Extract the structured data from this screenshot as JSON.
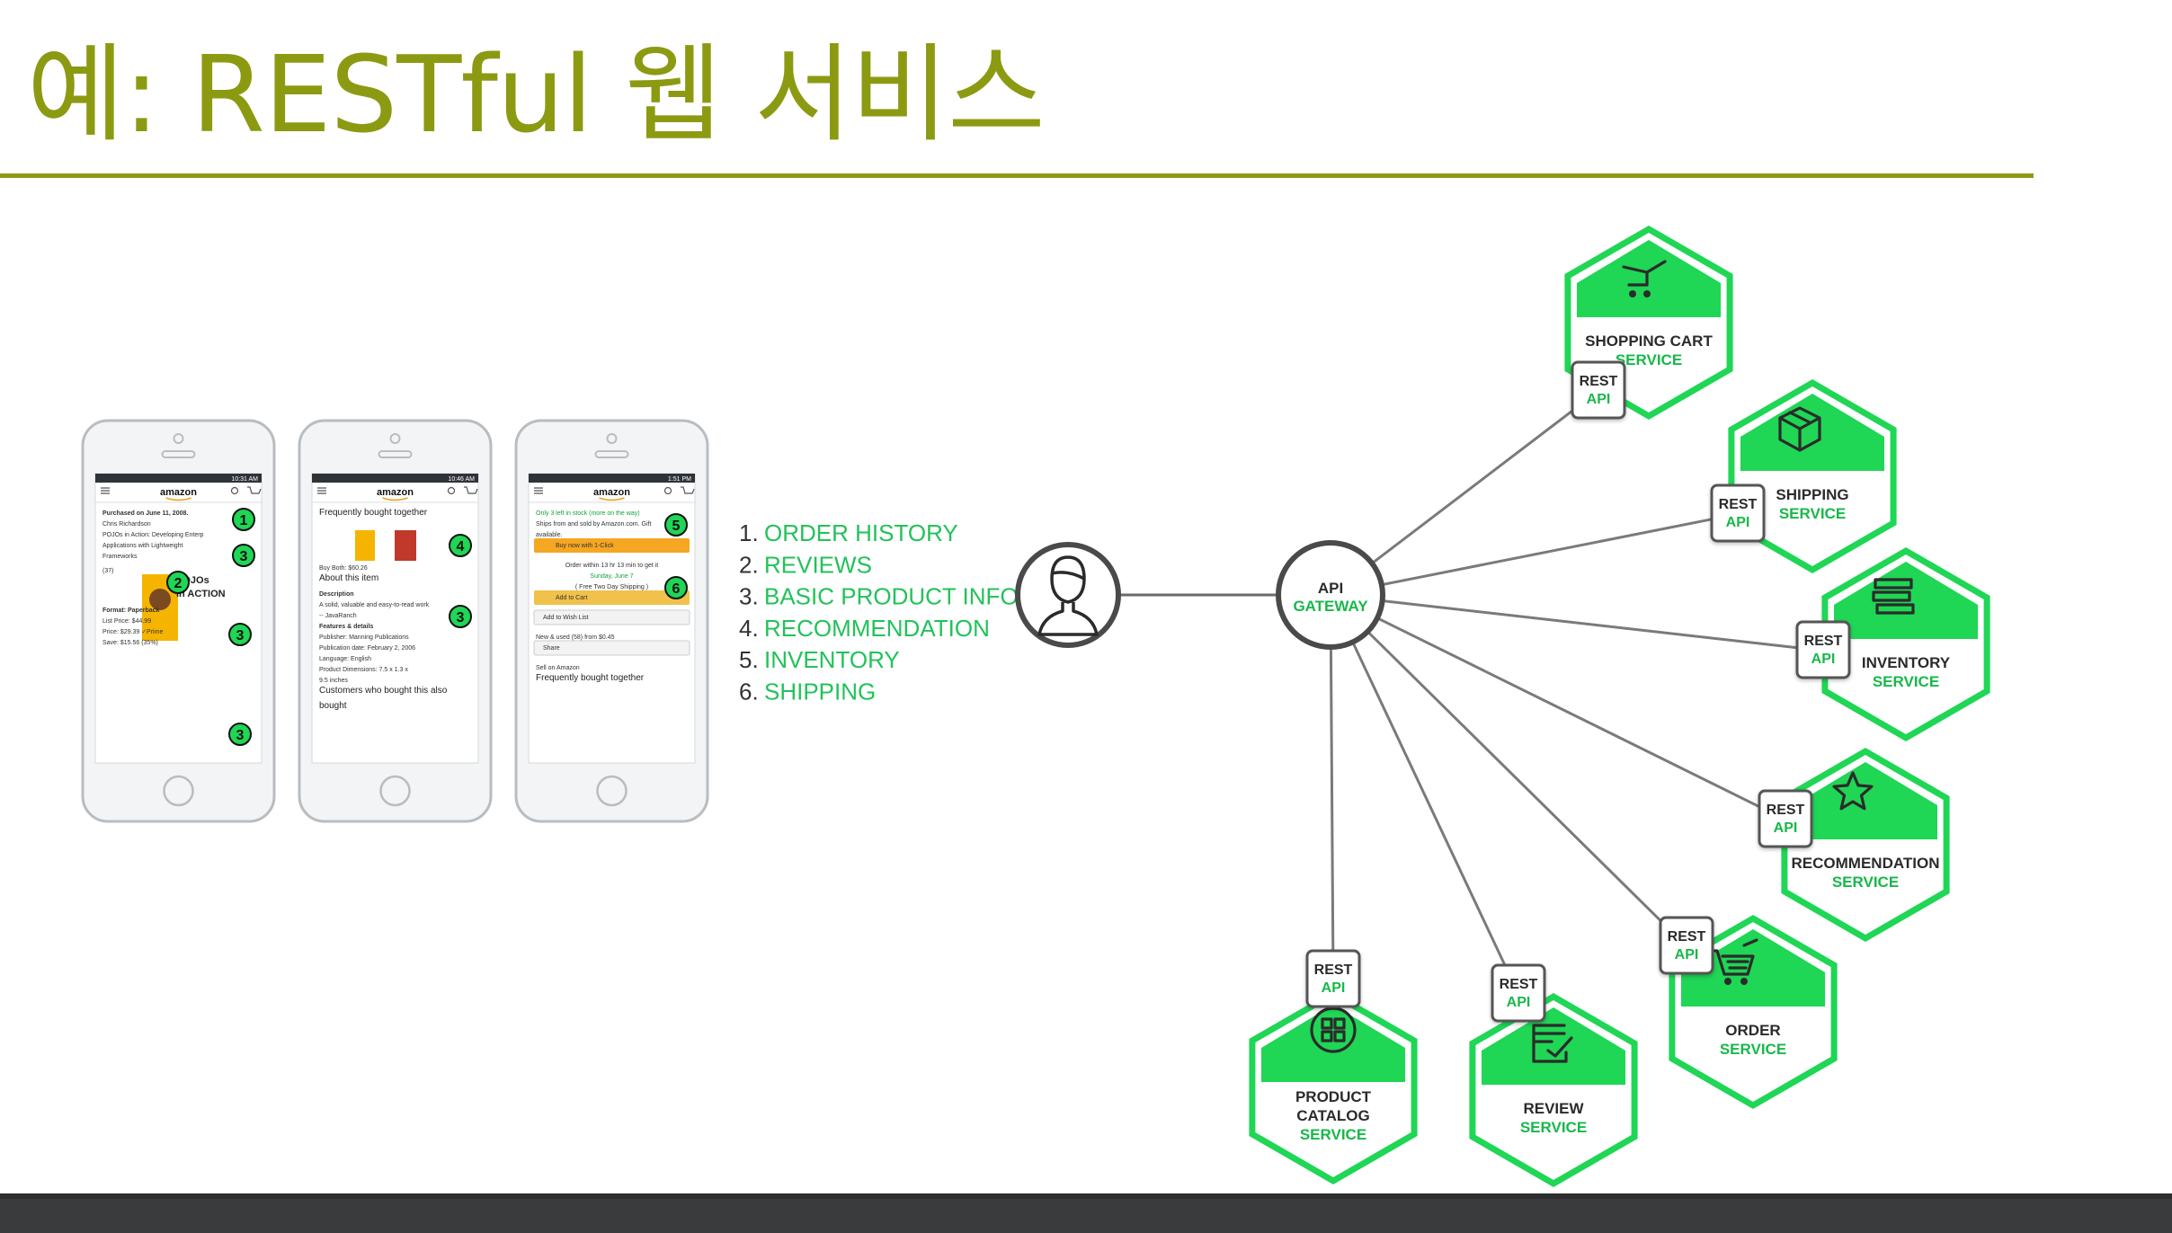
{
  "title": "예: RESTful 웹 서비스",
  "colors": {
    "accent": "#8c9a12",
    "green": "#1fd655",
    "green_text": "#18b84a",
    "dark": "#2b2b2b"
  },
  "list": [
    {
      "num": "1.",
      "text": "ORDER HISTORY"
    },
    {
      "num": "2.",
      "text": "REVIEWS"
    },
    {
      "num": "3.",
      "text": "BASIC PRODUCT INFO"
    },
    {
      "num": "4.",
      "text": "RECOMMENDATION"
    },
    {
      "num": "5.",
      "text": "INVENTORY"
    },
    {
      "num": "6.",
      "text": "SHIPPING"
    }
  ],
  "gateway": {
    "line1": "API",
    "line2": "GATEWAY"
  },
  "rest_api": {
    "line1": "REST",
    "line2": "API"
  },
  "services": [
    {
      "id": "shopping-cart",
      "icon": "cart-icon",
      "name_lines": [
        "SHOPPING CART"
      ],
      "suffix": "SERVICE"
    },
    {
      "id": "shipping",
      "icon": "box-icon",
      "name_lines": [
        "SHIPPING"
      ],
      "suffix": "SERVICE"
    },
    {
      "id": "inventory",
      "icon": "stack-icon",
      "name_lines": [
        "INVENTORY"
      ],
      "suffix": "SERVICE"
    },
    {
      "id": "recommendation",
      "icon": "star-icon",
      "name_lines": [
        "RECOMMENDATION"
      ],
      "suffix": "SERVICE"
    },
    {
      "id": "order",
      "icon": "list-cart-icon",
      "name_lines": [
        "ORDER"
      ],
      "suffix": "SERVICE"
    },
    {
      "id": "review",
      "icon": "review-icon",
      "name_lines": [
        "REVIEW"
      ],
      "suffix": "SERVICE"
    },
    {
      "id": "product-catalog",
      "icon": "grid-icon",
      "name_lines": [
        "PRODUCT",
        "CATALOG"
      ],
      "suffix": "SERVICE"
    }
  ],
  "phones": [
    {
      "brand": "amazon",
      "time": "10:31 AM",
      "lines": [
        "Purchased on June 11, 2008.",
        "Chris Richardson",
        "POJOs in Action: Developing Enterp",
        "Applications with Lightweight",
        "Frameworks",
        "(37)",
        "POJOs",
        "in ACTION",
        "Format: Paperback",
        "List Price: $44.99",
        "Price: $29.39 ✓Prime",
        "Save: $15.56 (35%)"
      ],
      "badges": [
        "1",
        "3",
        "2",
        "3",
        "3"
      ]
    },
    {
      "brand": "amazon",
      "time": "10:46 AM",
      "lines": [
        "Frequently bought together",
        "Buy Both: $60.26",
        "About this item",
        "Description",
        "A solid, valuable and easy-to-read work",
        "-- JavaRanch",
        "Features & details",
        "Publisher: Manning Publications",
        "Publication date: February 2, 2006",
        "Language: English",
        "Product Dimensions: 7.5 x 1.3 x",
        "9.5 inches",
        "Customers who bought this also",
        "bought"
      ],
      "badges": [
        "4",
        "3"
      ]
    },
    {
      "brand": "amazon",
      "time": "1:51 PM",
      "lines": [
        "Only 3 left in stock (more on the way)",
        "Ships from and sold by Amazon.com. Gift",
        "available.",
        "Buy now with 1-Click",
        "Order within 13 hr 13 min to get it",
        "Sunday, June 7",
        "( Free Two Day Shipping )",
        "Add to Cart",
        "Add to Wish List",
        "New & used (58) from $0.45",
        "Share",
        "Sell on Amazon",
        "Frequently bought together"
      ],
      "badges": [
        "5",
        "6"
      ]
    }
  ]
}
